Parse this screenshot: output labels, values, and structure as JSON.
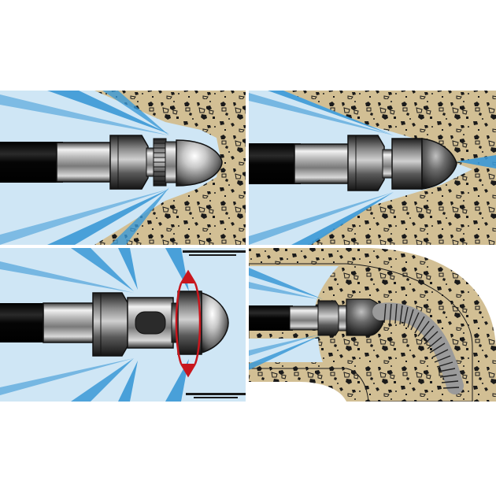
{
  "figure": {
    "panels": [
      {
        "id": "panel-top-left",
        "nozzle": "dome-penetrating-nozzle",
        "jets": "rear-fan"
      },
      {
        "id": "panel-top-right",
        "nozzle": "bullet-nozzle",
        "jets": "rear-fan-and-forward"
      },
      {
        "id": "panel-bottom-left",
        "nozzle": "rotating-nozzle",
        "jets": "radial-rotating",
        "rotation_indicator": "red-double-arrow"
      },
      {
        "id": "panel-bottom-right",
        "nozzle": "flexible-hose-nozzle",
        "jets": "rear-fan",
        "pipe": "elbow-bend"
      }
    ],
    "colors": {
      "water": "#cfe6f5",
      "jet": "#3a98d6",
      "sediment": "#d2bf94",
      "debris": "#1a1a1a",
      "hose": "#111111",
      "metal_light": "#e8e8e8",
      "metal_dark": "#4a4a4a",
      "rotation_arrow": "#c8161d"
    }
  }
}
